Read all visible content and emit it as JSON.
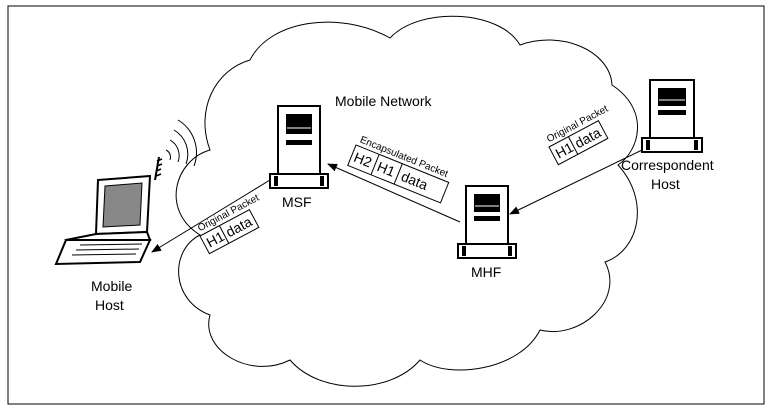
{
  "network": {
    "label": "Mobile Network"
  },
  "nodes": {
    "mobile_host": {
      "line1": "Mobile",
      "line2": "Host"
    },
    "msf": {
      "label": "MSF"
    },
    "mhf": {
      "label": "MHF"
    },
    "correspondent_host": {
      "line1": "Correspondent",
      "line2": "Host"
    }
  },
  "packets": {
    "original_left": {
      "caption": "Original Packet",
      "header": "H1",
      "payload": "data"
    },
    "encapsulated": {
      "caption": "Encapsulated Packet",
      "outer_header": "H2",
      "inner_header": "H1",
      "payload": "data"
    },
    "original_right": {
      "caption": "Original Packet",
      "header": "H1",
      "payload": "data"
    }
  }
}
